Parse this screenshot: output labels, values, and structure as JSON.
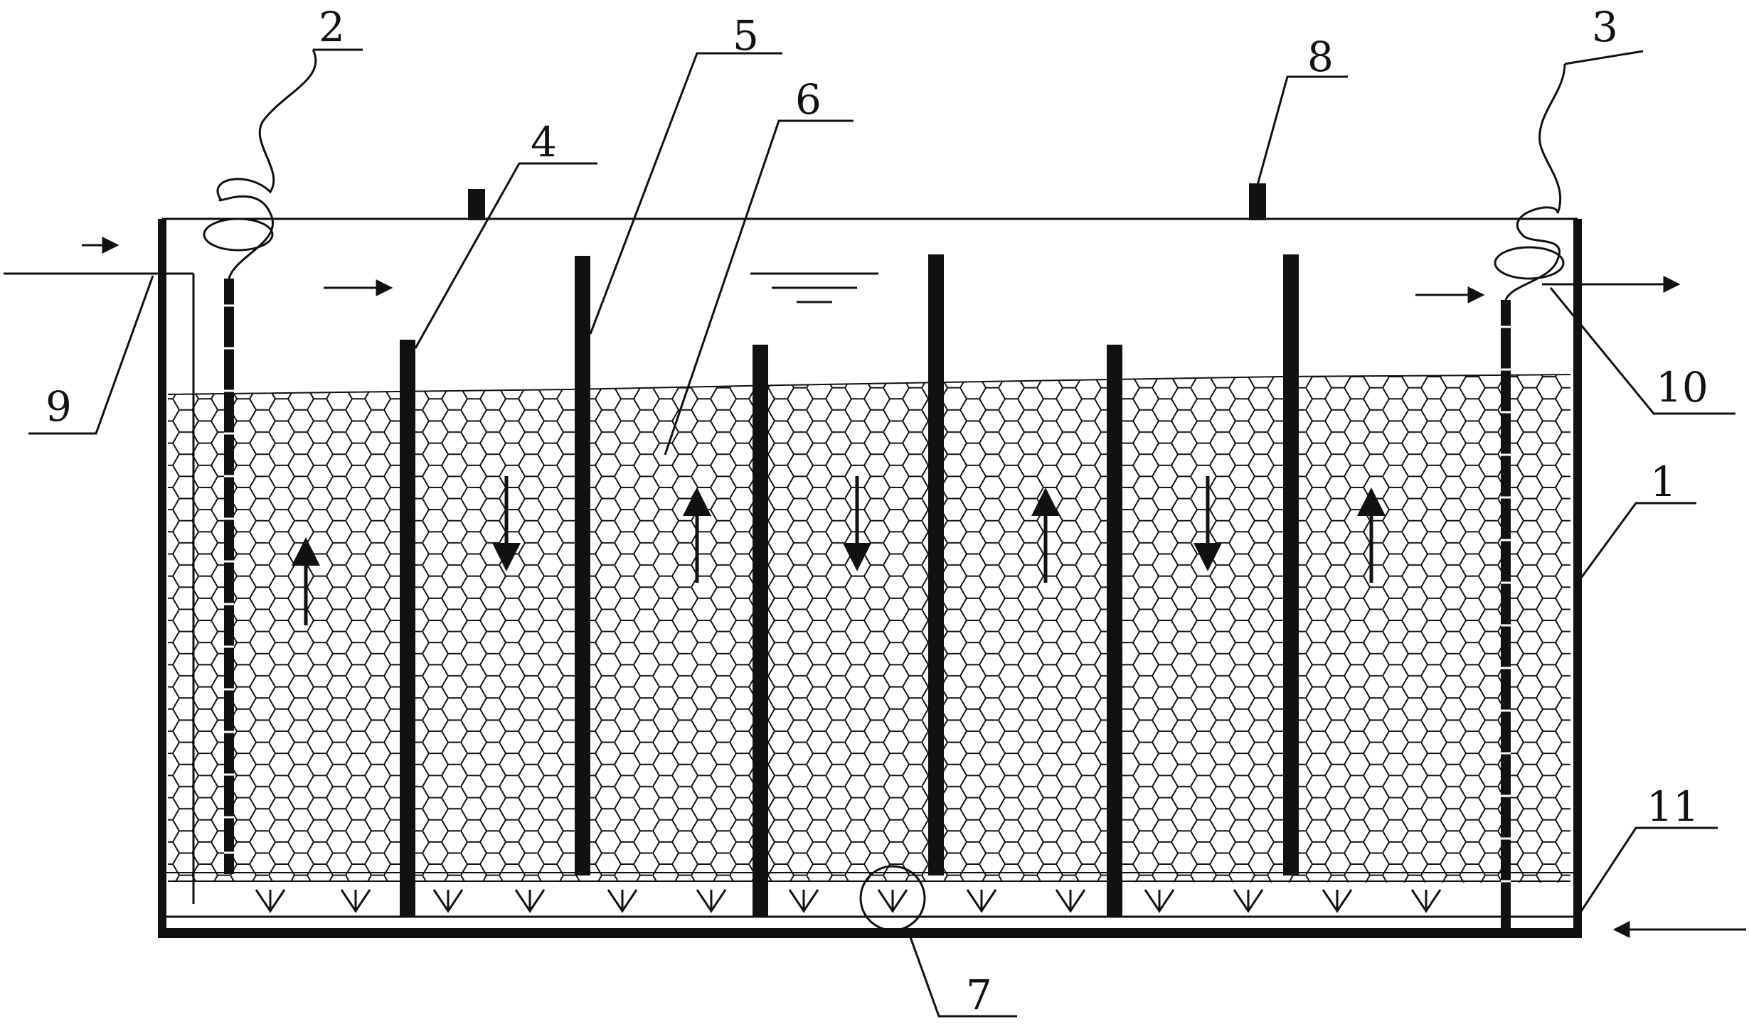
{
  "labels": {
    "tank": "1",
    "inlet_heater_coil": "2",
    "outlet_heater_coil": "3",
    "short_baffle": "4",
    "long_baffle": "5",
    "packing": "6",
    "aerator": "7",
    "vent": "8",
    "inlet": "9",
    "outlet": "10",
    "air_pipe": "11"
  },
  "colors": {
    "stroke": "#111111",
    "background": "#ffffff"
  },
  "flow_directions": [
    "up",
    "down",
    "up",
    "down",
    "up",
    "down",
    "up"
  ]
}
